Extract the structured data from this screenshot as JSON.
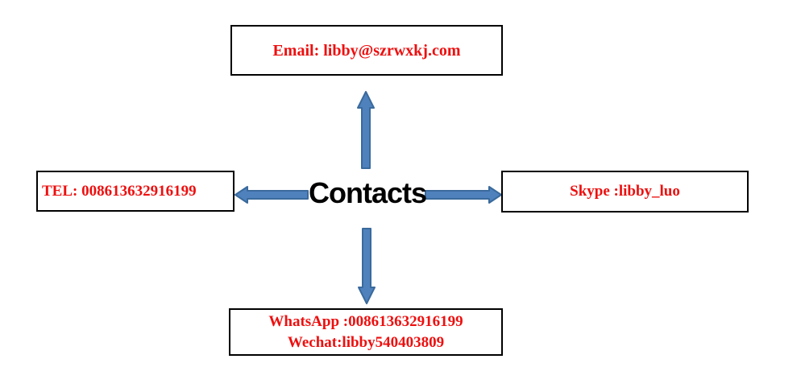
{
  "diagram": {
    "title": "Contacts",
    "nodes": {
      "email": {
        "label": "Email: libby@szrwxkj.com"
      },
      "tel": {
        "label": "TEL: 008613632916199"
      },
      "skype": {
        "label": "Skype :libby_luo"
      },
      "messaging": {
        "line1": "WhatsApp :008613632916199",
        "line2": "Wechat:libby540403809"
      }
    },
    "colors": {
      "node_text": "#ee0f0f",
      "node_border": "#000000",
      "title_text": "#000000",
      "arrow_fill": "#4f81bd",
      "arrow_stroke": "#3a6a9c",
      "background": "#ffffff"
    }
  }
}
